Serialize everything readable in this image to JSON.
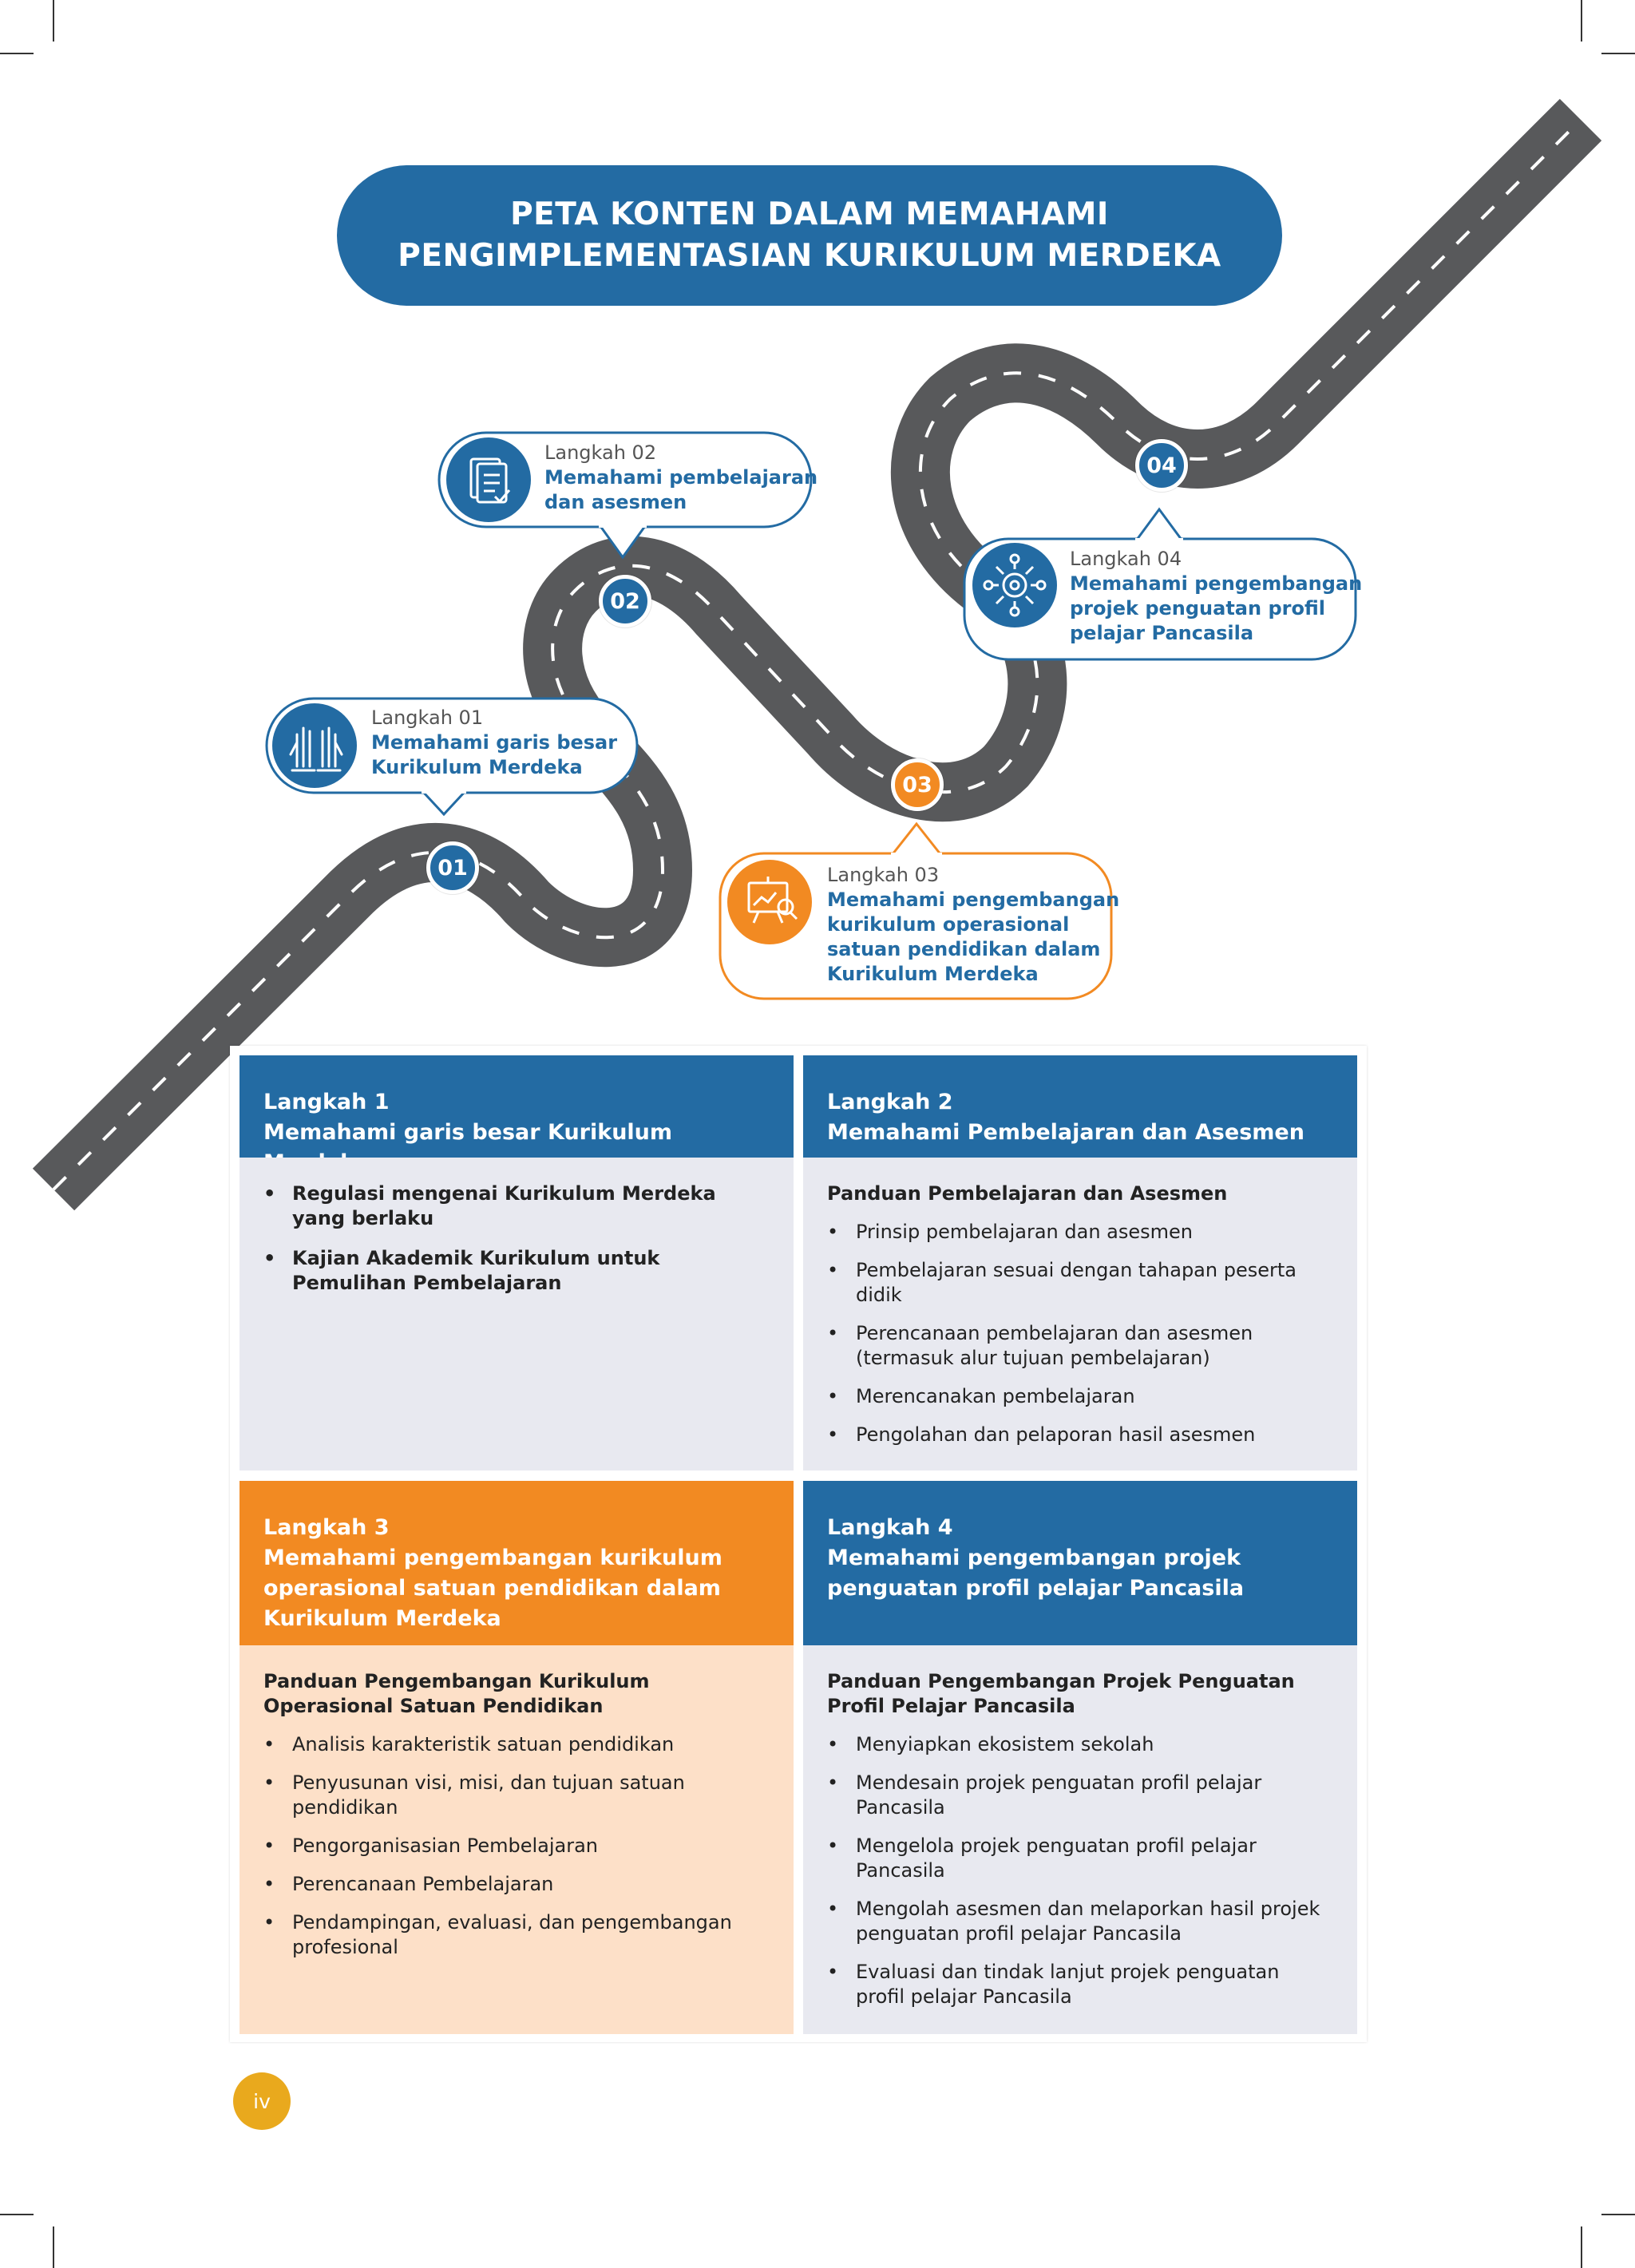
{
  "title": {
    "line1": "PETA KONTEN DALAM MEMAHAMI",
    "line2": "PENGIMPLEMENTASIAN KURIKULUM MERDEKA"
  },
  "colors": {
    "blue": "#236ba3",
    "orange": "#f28a22",
    "road": "#58595b",
    "panel_gray": "#e8e9f0",
    "panel_peach": "#fde0c8",
    "page_badge": "#e9a91d"
  },
  "roadmap": {
    "markers": [
      "01",
      "02",
      "03",
      "04"
    ],
    "steps": [
      {
        "label": "Langkah 01",
        "title_line1": "Memahami garis besar",
        "title_line2": "Kurikulum Merdeka",
        "icon": "raised-hands-icon"
      },
      {
        "label": "Langkah 02",
        "title_line1": "Memahami pembelajaran",
        "title_line2": "dan asesmen",
        "icon": "checklist-document-icon"
      },
      {
        "label": "Langkah 03",
        "title_line1": "Memahami pengembangan",
        "title_line2": "kurikulum operasional",
        "title_line3": "satuan pendidikan dalam",
        "title_line4": "Kurikulum Merdeka",
        "icon": "presentation-board-icon"
      },
      {
        "label": "Langkah 04",
        "title_line1": "Memahami pengembangan",
        "title_line2": "projek penguatan profil",
        "title_line3": "pelajar Pancasila",
        "icon": "gear-network-icon"
      }
    ]
  },
  "panels": {
    "p1": {
      "label": "Langkah 1",
      "title_line1": "Memahami garis besar Kurikulum Merdeka",
      "items": [
        "Regulasi mengenai Kurikulum Merdeka yang berlaku",
        "Kajian Akademik Kurikulum untuk Pemulihan Pembelajaran"
      ]
    },
    "p2": {
      "label": "Langkah 2",
      "title_line1": "Memahami Pembelajaran dan Asesmen",
      "subheading": "Panduan Pembelajaran dan Asesmen",
      "items": [
        "Prinsip pembelajaran dan asesmen",
        "Pembelajaran sesuai dengan tahapan peserta didik",
        "Perencanaan pembelajaran dan asesmen (termasuk alur tujuan pembelajaran)",
        "Merencanakan pembelajaran",
        "Pengolahan dan pelaporan hasil asesmen"
      ]
    },
    "p3": {
      "label": "Langkah 3",
      "title_line1": "Memahami pengembangan kurikulum",
      "title_line2": "operasional satuan pendidikan dalam",
      "title_line3": "Kurikulum Merdeka",
      "subheading": "Panduan Pengembangan Kurikulum Operasional Satuan Pendidikan",
      "items": [
        "Analisis karakteristik satuan pendidikan",
        "Penyusunan visi, misi, dan tujuan satuan pendidikan",
        "Pengorganisasian Pembelajaran",
        "Perencanaan Pembelajaran",
        "Pendampingan, evaluasi, dan pengembangan profesional"
      ]
    },
    "p4": {
      "label": "Langkah 4",
      "title_line1": "Memahami pengembangan projek",
      "title_line2": "penguatan profil pelajar Pancasila",
      "subheading": "Panduan Pengembangan Projek Penguatan Profil Pelajar Pancasila",
      "items": [
        "Menyiapkan ekosistem sekolah",
        "Mendesain projek penguatan profil pelajar Pancasila",
        "Mengelola projek penguatan profil pelajar Pancasila",
        "Mengolah asesmen dan melaporkan hasil projek penguatan profil pelajar Pancasila",
        "Evaluasi dan tindak lanjut projek penguatan profil pelajar Pancasila"
      ]
    }
  },
  "page_number": "iv"
}
